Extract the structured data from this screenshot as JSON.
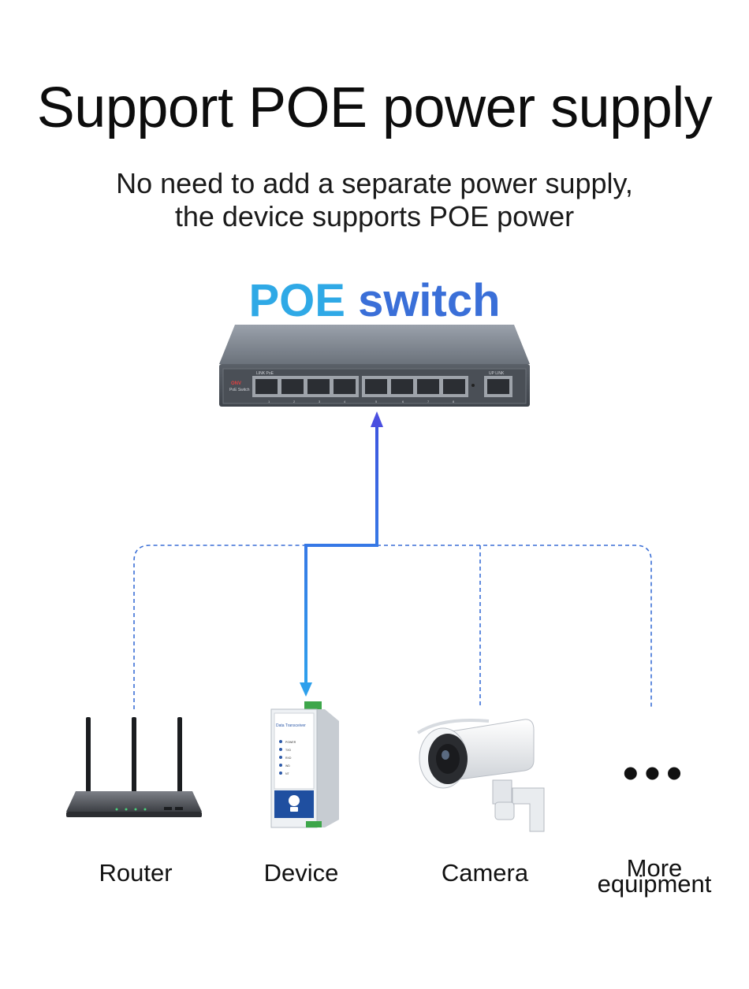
{
  "title": "Support POE power supply",
  "subtitle": {
    "line1": "No need to add a separate power supply,",
    "line2": "the device supports POE power"
  },
  "switch": {
    "label_poe": "POE",
    "label_switch": "switch",
    "brand": "ONV",
    "model": "PoE Switch",
    "port_header_left": "LINK  PoE",
    "port_header_right": "UP  LINK",
    "port_numbers": [
      "1",
      "2",
      "3",
      "4",
      "5",
      "6",
      "7",
      "8"
    ]
  },
  "device_panel": {
    "title": "Data Transceiver",
    "leds": [
      "POWER",
      "TXD",
      "RXD",
      "WD",
      "NT"
    ]
  },
  "devices": [
    {
      "label": "Router",
      "icon": "router-icon"
    },
    {
      "label": "Device",
      "icon": "device-icon"
    },
    {
      "label": "Camera",
      "icon": "camera-icon"
    }
  ],
  "more": {
    "line1": "More",
    "line2": "equipment",
    "ellipsis": "•••"
  },
  "colors": {
    "poe_text": "#2fa9e6",
    "switch_text": "#3a6fd8",
    "arrow_top": "#4a4fe0",
    "arrow_bottom": "#2ea0ec",
    "dashed_line": "#3b6fd6"
  }
}
